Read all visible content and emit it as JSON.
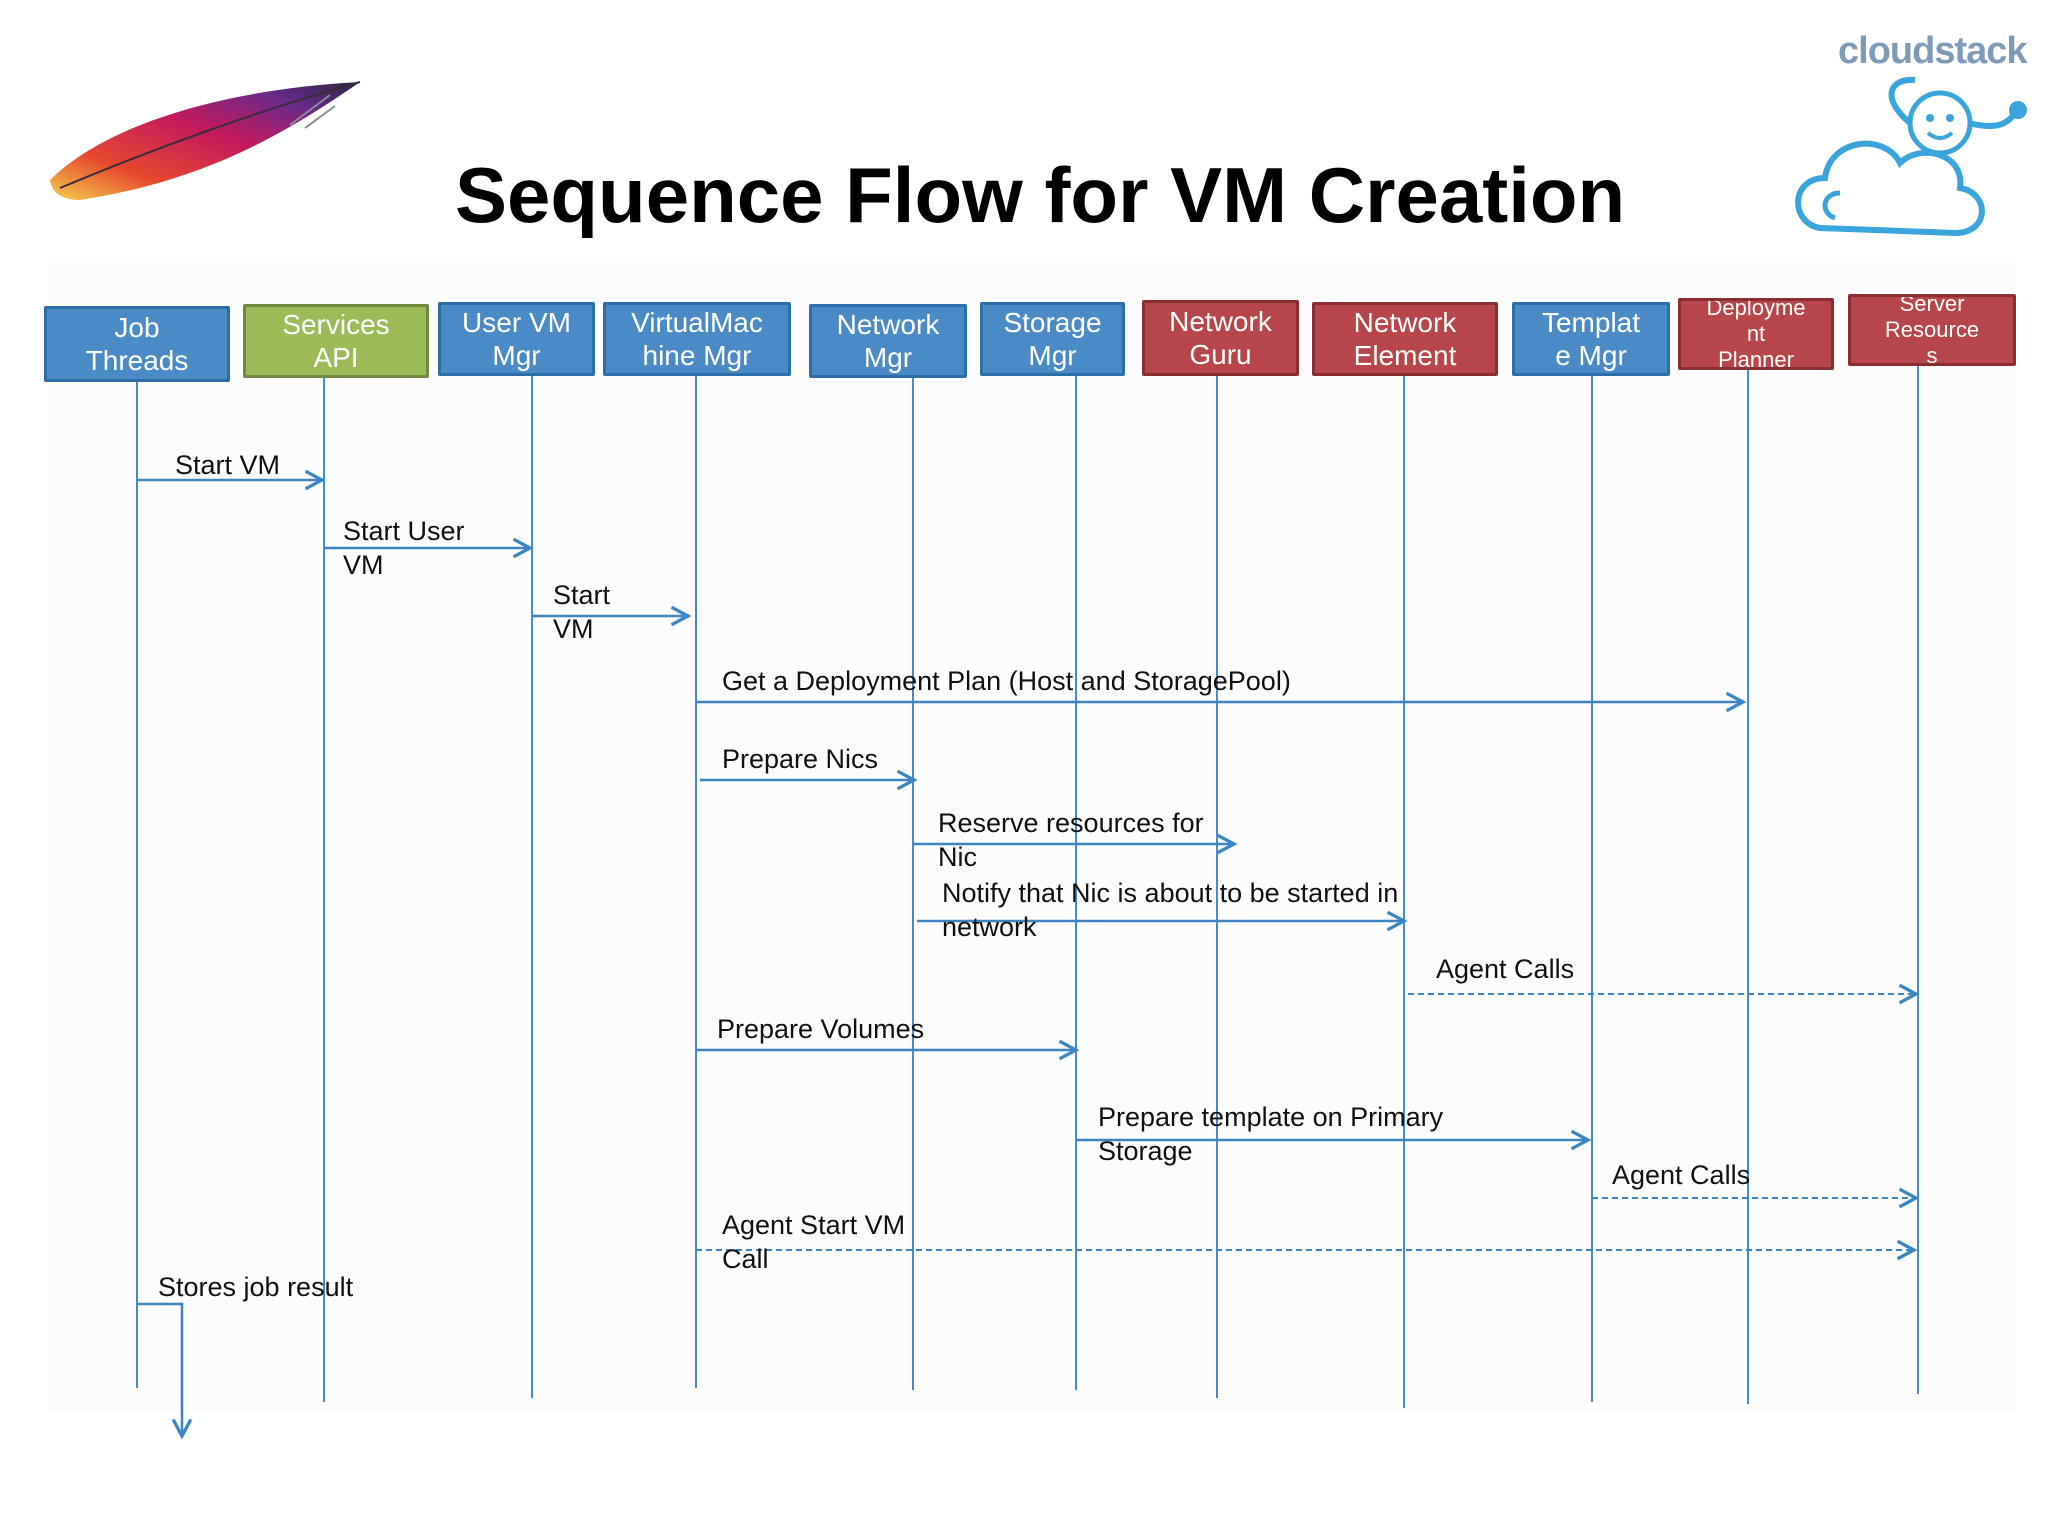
{
  "title": "Sequence Flow for VM Creation",
  "logo_text": "cloudstack",
  "colors": {
    "blue_lane": "#4a8bc6",
    "green_lane": "#9bbb59",
    "red_lane": "#b6464a",
    "lifeline": "#4a8bc6",
    "arrow": "#3b86c2"
  },
  "lanes": [
    {
      "id": "job-threads",
      "label": "Job\nThreads",
      "color": "blue"
    },
    {
      "id": "services-api",
      "label": "Services\nAPI",
      "color": "green"
    },
    {
      "id": "user-vm-mgr",
      "label": "User VM\nMgr",
      "color": "blue"
    },
    {
      "id": "virtual-machine-mgr",
      "label": "VirtualMac\nhine Mgr",
      "color": "blue"
    },
    {
      "id": "network-mgr",
      "label": "Network\nMgr",
      "color": "blue"
    },
    {
      "id": "storage-mgr",
      "label": "Storage\nMgr",
      "color": "blue"
    },
    {
      "id": "network-guru",
      "label": "Network\nGuru",
      "color": "red"
    },
    {
      "id": "network-element",
      "label": "Network\nElement",
      "color": "red"
    },
    {
      "id": "template-mgr",
      "label": "Templat\ne Mgr",
      "color": "blue"
    },
    {
      "id": "deployment-planner",
      "label": "Deployme\nnt\nPlanner",
      "color": "red"
    },
    {
      "id": "server-resources",
      "label": "Server\nResource\ns",
      "color": "red"
    }
  ],
  "messages": [
    {
      "id": "start-vm",
      "label": "Start VM",
      "from": "job-threads",
      "to": "services-api",
      "style": "solid"
    },
    {
      "id": "start-user-vm",
      "label": "Start User\nVM",
      "from": "services-api",
      "to": "user-vm-mgr",
      "style": "solid"
    },
    {
      "id": "start-vm-2",
      "label": "Start\nVM",
      "from": "user-vm-mgr",
      "to": "virtual-machine-mgr",
      "style": "solid"
    },
    {
      "id": "get-deployment-plan",
      "label": "Get a Deployment Plan (Host and StoragePool)",
      "from": "virtual-machine-mgr",
      "to": "deployment-planner",
      "style": "solid"
    },
    {
      "id": "prepare-nics",
      "label": "Prepare Nics",
      "from": "virtual-machine-mgr",
      "to": "network-mgr",
      "style": "solid"
    },
    {
      "id": "reserve-resources",
      "label": "Reserve resources for\nNic",
      "from": "network-mgr",
      "to": "network-guru",
      "style": "solid"
    },
    {
      "id": "notify-nic",
      "label": "Notify that Nic is about to be started in\nnetwork",
      "from": "network-mgr",
      "to": "network-element",
      "style": "solid"
    },
    {
      "id": "agent-calls-1",
      "label": "Agent Calls",
      "from": "network-element",
      "to": "server-resources",
      "style": "dashed"
    },
    {
      "id": "prepare-volumes",
      "label": "Prepare Volumes",
      "from": "virtual-machine-mgr",
      "to": "storage-mgr",
      "style": "solid"
    },
    {
      "id": "prepare-template",
      "label": "Prepare template on Primary\nStorage",
      "from": "storage-mgr",
      "to": "template-mgr",
      "style": "solid"
    },
    {
      "id": "agent-calls-2",
      "label": "Agent Calls",
      "from": "template-mgr",
      "to": "server-resources",
      "style": "dashed"
    },
    {
      "id": "agent-start-vm",
      "label": "Agent Start VM\nCall",
      "from": "virtual-machine-mgr",
      "to": "server-resources",
      "style": "dashed"
    },
    {
      "id": "stores-job-result",
      "label": "Stores job result",
      "from": "job-threads",
      "to": "job-threads",
      "style": "self"
    }
  ]
}
